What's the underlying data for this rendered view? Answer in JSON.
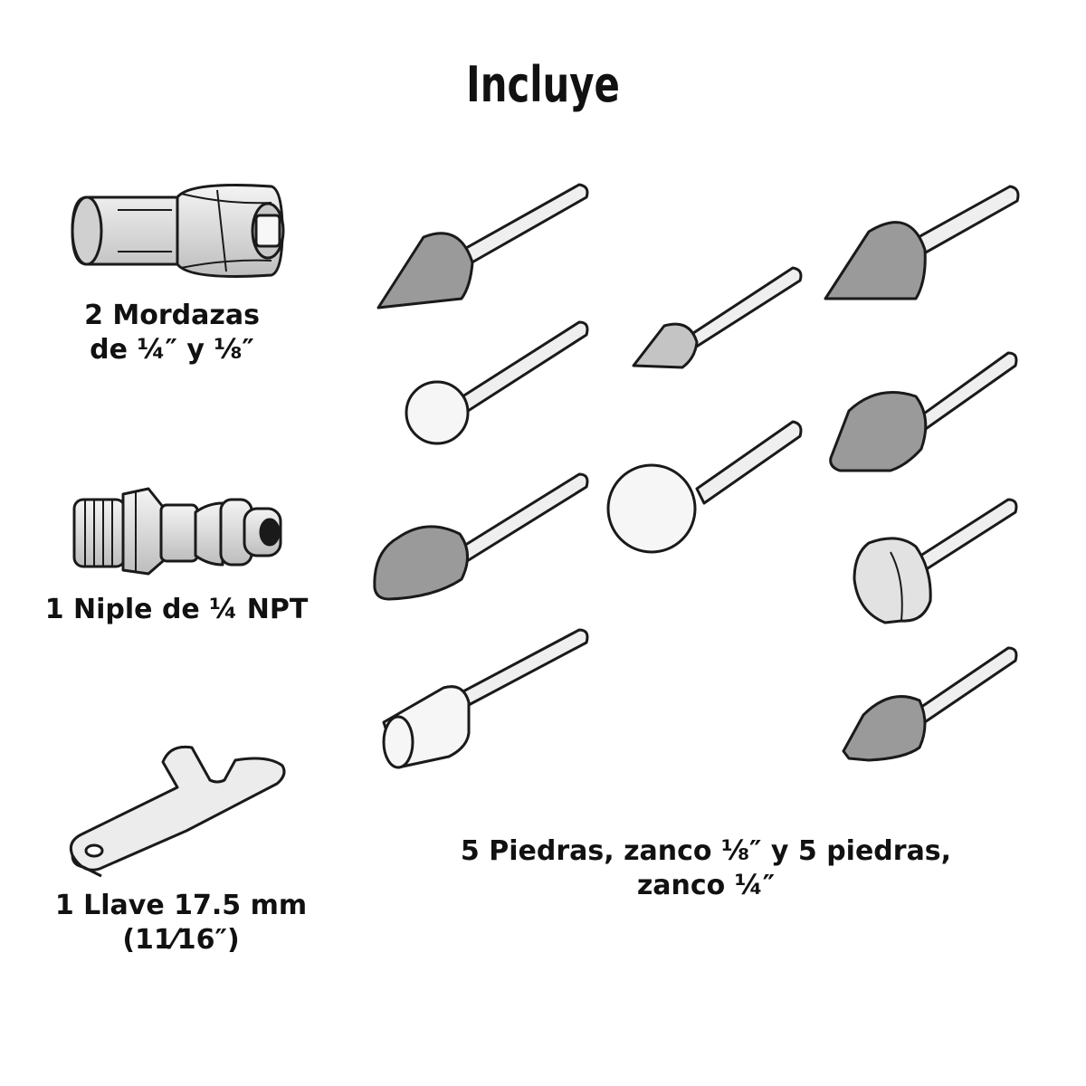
{
  "title": "Incluye",
  "items": {
    "mordazas": {
      "line1": "2 Mordazas",
      "line2": "de ¼″ y ⅛″"
    },
    "niple": {
      "line1": "1 Niple de ¼ NPT"
    },
    "llave": {
      "line1": "1 Llave 17.5 mm",
      "line2": "(11⁄16″)"
    },
    "piedras": {
      "line1": "5 Piedras, zanco ⅛″ y 5 piedras,",
      "line2": "zanco ¼″"
    }
  },
  "colors": {
    "outline": "#1a1a1a",
    "metal_light": "#e8e8e8",
    "stone_dark": "#9a9a9a",
    "stone_mid": "#c4c4c4",
    "stone_light": "#f2f2f2"
  }
}
